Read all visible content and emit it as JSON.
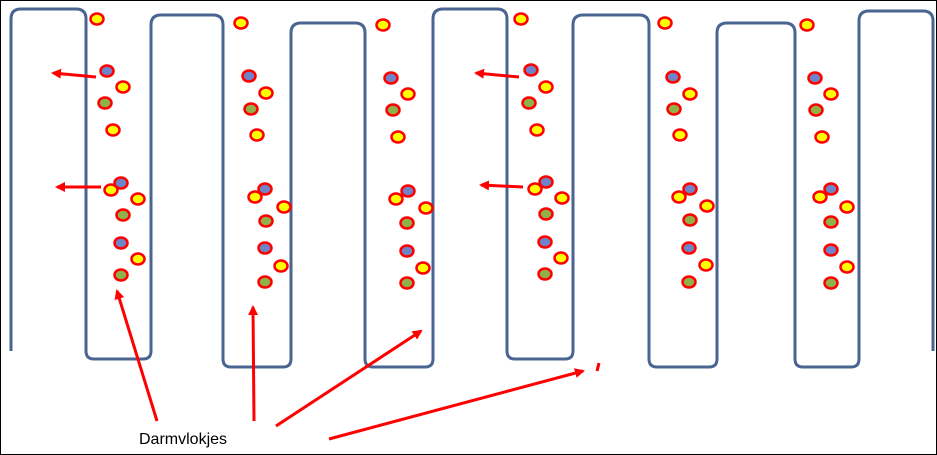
{
  "label": {
    "text": "Darmvlokjes"
  },
  "colors": {
    "villus_outline": "#4a6591",
    "arrow": "#ff0000",
    "particle_outline": "#ff0000",
    "particle_yellow": "#ffff00",
    "particle_blue": "#6f84c8",
    "particle_green": "#8fb04b",
    "background": "#ffffff",
    "text": "#000000"
  },
  "particle_types": [
    "yellow",
    "blue",
    "green"
  ]
}
